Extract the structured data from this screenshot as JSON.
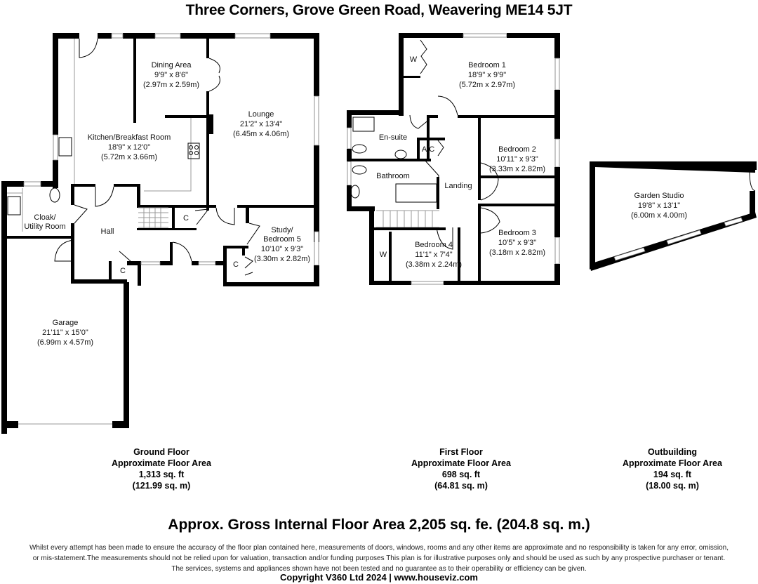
{
  "title": "Three Corners, Grove Green Road, Weavering ME14 5JT",
  "ground_floor": {
    "rooms": [
      {
        "name": "Dining Area",
        "imperial": "9'9\" x 8'6\"",
        "metric": "(2.97m x 2.59m)"
      },
      {
        "name": "Lounge",
        "imperial": "21'2\" x 13'4\"",
        "metric": "(6.45m x 4.06m)"
      },
      {
        "name": "Kitchen/Breakfast Room",
        "imperial": "18'9\" x 12'0\"",
        "metric": "(5.72m x 3.66m)"
      },
      {
        "name": "Cloak/",
        "name2": "Utility Room"
      },
      {
        "name": "Hall"
      },
      {
        "name": "Study/",
        "name2": "Bedroom 5",
        "imperial": "10'10\" x 9'3\"",
        "metric": "(3.30m x 2.82m)"
      },
      {
        "name": "Garage",
        "imperial": "21'11\" x 15'0\"",
        "metric": "(6.99m x 4.57m)"
      }
    ],
    "cupboard_labels": [
      "C",
      "C",
      "C"
    ],
    "area": {
      "heading": "Ground Floor",
      "subheading": "Approximate Floor Area",
      "sqft": "1,313 sq. ft",
      "sqm": "(121.99 sq. m)"
    }
  },
  "first_floor": {
    "rooms": [
      {
        "name": "Bedroom 1",
        "imperial": "18'9\" x 9'9\"",
        "metric": "(5.72m x 2.97m)"
      },
      {
        "name": "En-suite"
      },
      {
        "name": "Bedroom 2",
        "imperial": "10'11\" x 9'3\"",
        "metric": "(3.33m x 2.82m)"
      },
      {
        "name": "Bathroom"
      },
      {
        "name": "Landing"
      },
      {
        "name": "Bedroom 3",
        "imperial": "10'5\" x 9'3\"",
        "metric": "(3.18m x 2.82m)"
      },
      {
        "name": "Bedroom 4",
        "imperial": "11'1\" x 7'4\"",
        "metric": "(3.38m x 2.24m)"
      }
    ],
    "wardrobe_labels": [
      "W",
      "W"
    ],
    "airing_cupboard_label": "A/C",
    "area": {
      "heading": "First Floor",
      "subheading": "Approximate Floor Area",
      "sqft": "698 sq. ft",
      "sqm": "(64.81 sq. m)"
    }
  },
  "outbuilding": {
    "rooms": [
      {
        "name": "Garden Studio",
        "imperial": "19'8\" x 13'1\"",
        "metric": "(6.00m x 4.00m)"
      }
    ],
    "area": {
      "heading": "Outbuilding",
      "subheading": "Approximate Floor Area",
      "sqft": "194 sq. ft",
      "sqm": "(18.00 sq. m)"
    }
  },
  "gross_area": "Approx. Gross Internal Floor Area 2,205 sq. fe. (204.8 sq. m.)",
  "disclaimer": [
    "Whilst every attempt has been made to ensure the accuracy of the floor plan contained here, measurements of doors, windows, rooms and any other items are approximate and no responsibility is taken for any error, omission,",
    "or mis-statement.The measurements should not be relied upon for valuation, transaction and/or funding purposes This plan is for illustrative purposes only and should be used as such by any prospective purchaser or tenant.",
    "The services, systems and appliances shown have not been tested and no guarantee as to their operability or efficiency can be given."
  ],
  "copyright": "Copyright V360 Ltd 2024 | www.houseviz.com"
}
